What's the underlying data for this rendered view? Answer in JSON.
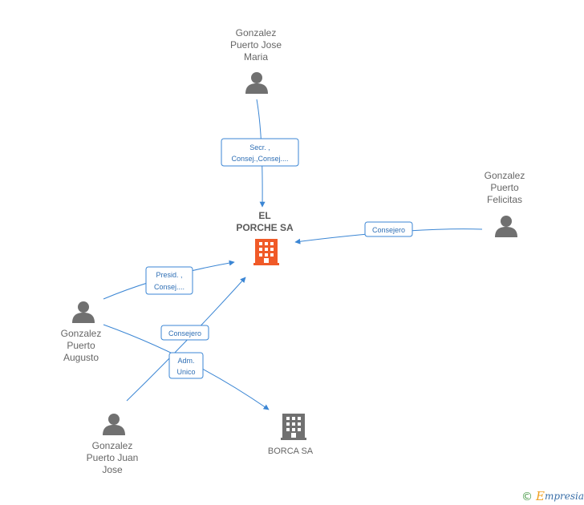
{
  "nodes": {
    "gonzalez_puerto_jose_maria": {
      "label_lines": [
        "Gonzalez",
        "Puerto Jose",
        "Maria"
      ],
      "kind": "person"
    },
    "el_porche_sa": {
      "label_lines": [
        "EL",
        "PORCHE SA"
      ],
      "kind": "company-main",
      "color": "#f05a28"
    },
    "gonzalez_puerto_felicitas": {
      "label_lines": [
        "Gonzalez",
        "Puerto",
        "Felicitas"
      ],
      "kind": "person"
    },
    "gonzalez_puerto_augusto": {
      "label_lines": [
        "Gonzalez",
        "Puerto",
        "Augusto"
      ],
      "kind": "person"
    },
    "gonzalez_puerto_juan_jose": {
      "label_lines": [
        "Gonzalez",
        "Puerto Juan",
        "Jose"
      ],
      "kind": "person"
    },
    "borca_sa": {
      "label_lines": [
        "BORCA SA"
      ],
      "kind": "company",
      "color": "#707070"
    }
  },
  "edges": {
    "jose_maria_to_porche": {
      "label_lines": [
        "Secr. ,",
        "Consej.,Consej...."
      ]
    },
    "felicitas_to_porche": {
      "label_lines": [
        "Consejero"
      ]
    },
    "augusto_to_porche": {
      "label_lines": [
        "Presid. ,",
        "Consej...."
      ]
    },
    "juan_jose_to_porche": {
      "label_lines": [
        "Consejero"
      ]
    },
    "augusto_to_borca": {
      "label_lines": [
        "Adm.",
        "Unico"
      ]
    }
  },
  "colors": {
    "edge": "#3b86d4",
    "person_icon": "#707070",
    "main_company": "#f05a28",
    "other_company": "#707070"
  },
  "footer": {
    "copyright_symbol": "©",
    "brand_initial": "E",
    "brand_rest": "mpresia"
  }
}
